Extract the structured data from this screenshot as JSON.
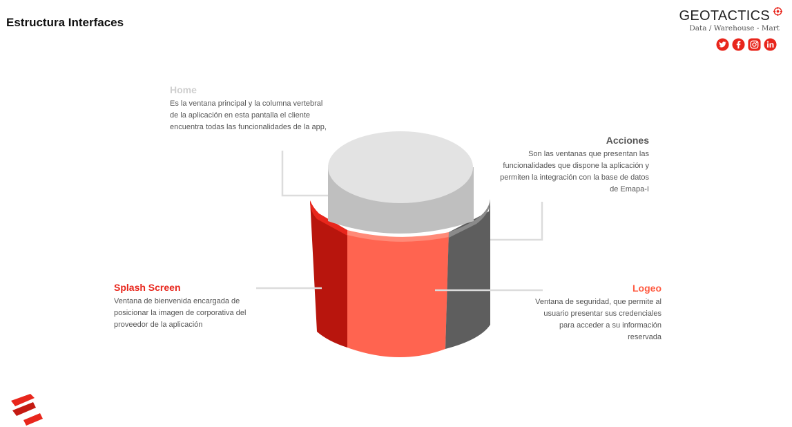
{
  "header": {
    "title": "Estructura Interfaces"
  },
  "brand": {
    "name": "GEOTACTICS",
    "tagline": "Data / Warehouse - Mart",
    "social_icons": [
      "twitter-icon",
      "facebook-icon",
      "instagram-icon",
      "linkedin-icon"
    ],
    "accent_color": "#e8261c"
  },
  "diagram": {
    "segments": [
      {
        "key": "home",
        "title": "Home",
        "description": "Es la ventana principal y la columna vertebral de la aplicación en esta pantalla el cliente encuentra todas las funcionalidades de la app,",
        "color": "#d6d6d6"
      },
      {
        "key": "acciones",
        "title": "Acciones",
        "description": "Son las ventanas que presentan las funcionalidades que dispone la aplicación y permiten la integración con la base de datos de Emapa-I",
        "color": "#5e5e5e"
      },
      {
        "key": "splash",
        "title": "Splash Screen",
        "description": "Ventana de bienvenida encargada de posicionar la imagen de corporativa del proveedor de la aplicación",
        "color": "#b8150d"
      },
      {
        "key": "logeo",
        "title": "Logeo",
        "description": "Ventana de seguridad, que permite al usuario presentar sus credenciales para acceder a su información reservada",
        "color": "#ff6450"
      }
    ]
  }
}
